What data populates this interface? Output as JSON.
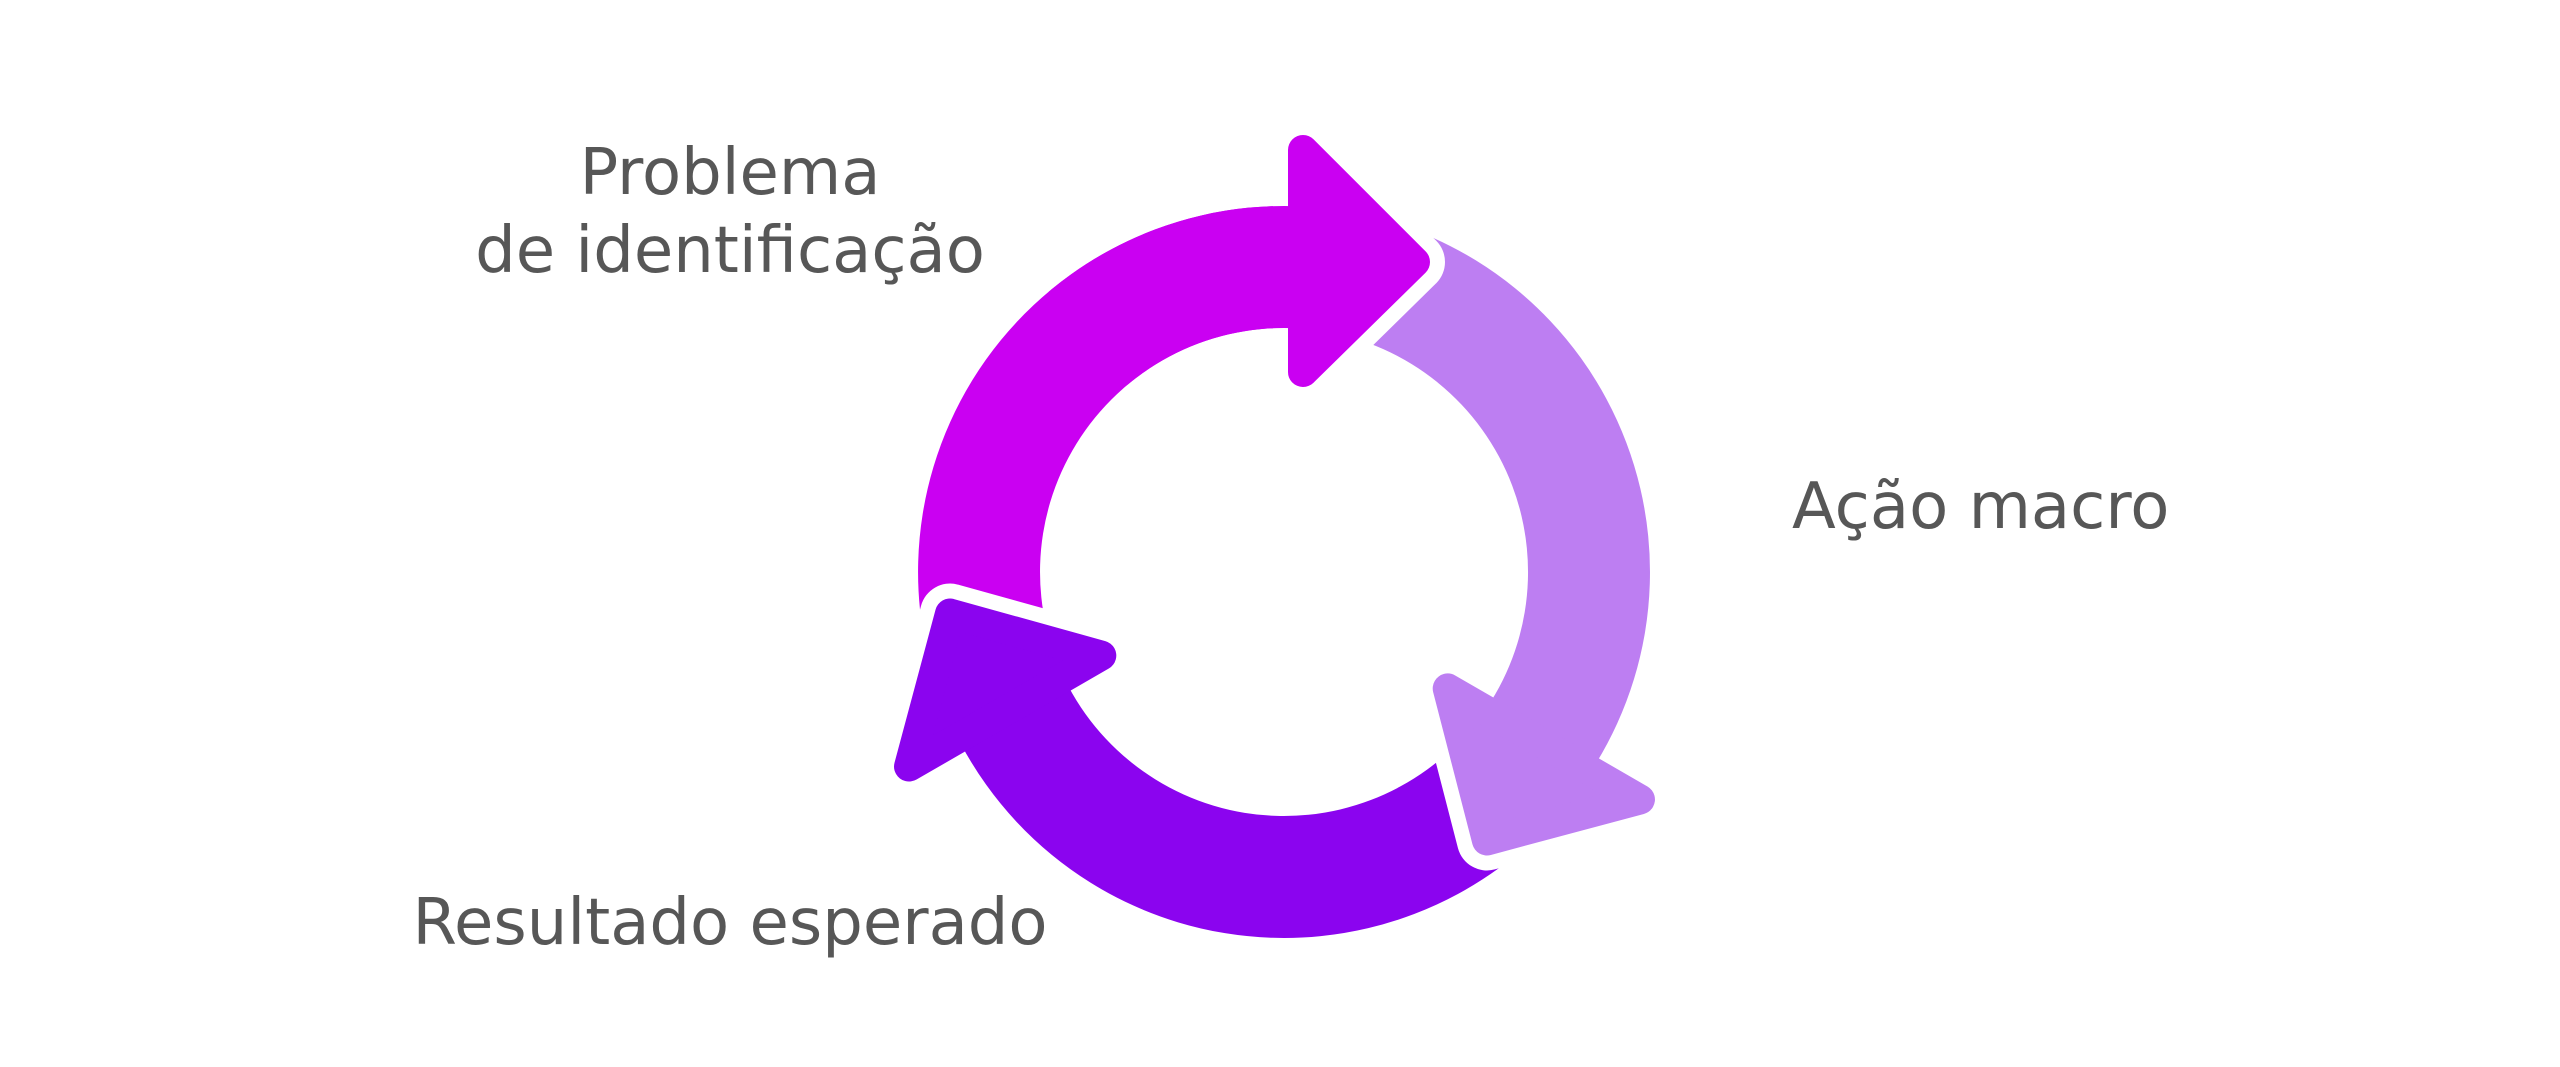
{
  "page": {
    "background": "#ffffff"
  },
  "diagram": {
    "type": "cycle",
    "direction": "clockwise",
    "steps": [
      {
        "label": "Problema\nde identificação",
        "position": "top-left",
        "arrow_color": "#ca00f2"
      },
      {
        "label": "Ação macro",
        "position": "right",
        "arrow_color": "#bd7ef2"
      },
      {
        "label": "Resultado esperado",
        "position": "bottom-left",
        "arrow_color": "#8b04ef"
      }
    ],
    "label_color": "#575757"
  }
}
